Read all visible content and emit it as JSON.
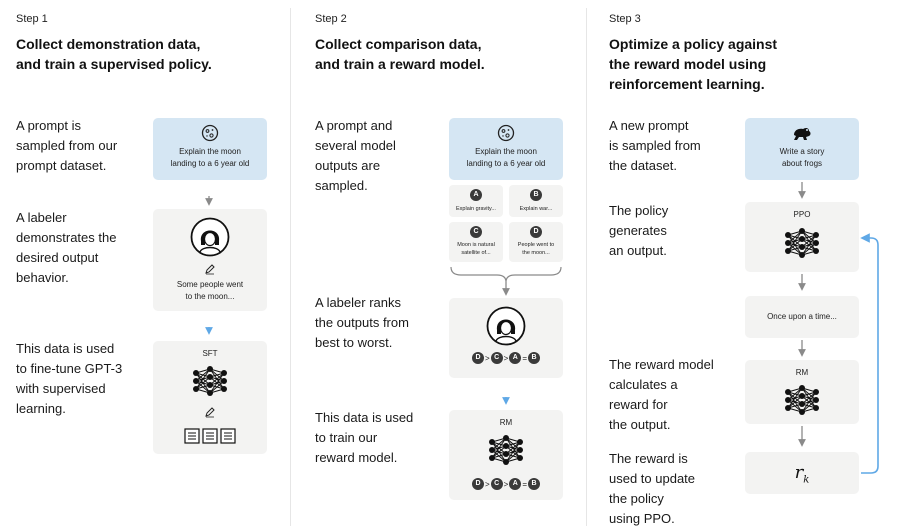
{
  "step1": {
    "step_label": "Step 1",
    "heading_line1": "Collect demonstration data,",
    "heading_line2": "and train a supervised policy.",
    "desc1": [
      "A prompt is",
      "sampled from our",
      "prompt dataset."
    ],
    "prompt": [
      "Explain the moon",
      "landing to a 6 year old"
    ],
    "desc2": [
      "A labeler",
      "demonstrates the",
      "desired output",
      "behavior."
    ],
    "demo": [
      "Some people went",
      "to the moon..."
    ],
    "desc3": [
      "This data is used",
      "to fine-tune GPT-3",
      "with supervised",
      "learning."
    ],
    "model_label": "SFT"
  },
  "step2": {
    "step_label": "Step 2",
    "heading_line1": "Collect comparison data,",
    "heading_line2": "and train a reward model.",
    "desc1": [
      "A prompt and",
      "several model",
      "outputs are",
      "sampled."
    ],
    "prompt": [
      "Explain the moon",
      "landing to a 6 year old"
    ],
    "outputs": [
      {
        "badge": "A",
        "text": [
          "Explain gravity..."
        ]
      },
      {
        "badge": "B",
        "text": [
          "Explain war..."
        ]
      },
      {
        "badge": "C",
        "text": [
          "Moon is natural",
          "satellite of..."
        ]
      },
      {
        "badge": "D",
        "text": [
          "People went to",
          "the moon..."
        ]
      }
    ],
    "desc2": [
      "A labeler ranks",
      "the outputs from",
      "best to worst."
    ],
    "ranking": [
      "D",
      ">",
      "C",
      ">",
      "A",
      "=",
      "B"
    ],
    "desc3": [
      "This data is used",
      "to train our",
      "reward model."
    ],
    "model_label": "RM"
  },
  "step3": {
    "step_label": "Step 3",
    "heading_line1": "Optimize a policy against",
    "heading_line2": "the reward model using",
    "heading_line3": "reinforcement learning.",
    "desc1": [
      "A new prompt",
      "is sampled from",
      "the dataset."
    ],
    "prompt": [
      "Write a story",
      "about frogs"
    ],
    "desc2": [
      "The policy",
      "generates",
      "an output."
    ],
    "policy_label": "PPO",
    "output_text": "Once upon a time...",
    "desc3": [
      "The reward model",
      "calculates a",
      "reward for",
      "the output."
    ],
    "rm_label": "RM",
    "desc4": [
      "The reward is",
      "used to update",
      "the policy",
      "using PPO."
    ],
    "reward_symbol": "r",
    "reward_subscript": "k"
  },
  "colors": {
    "prompt_box": "#d5e6f3",
    "panel_box": "#f3f3f2",
    "accent_arrow": "#5fa8e6",
    "gray_arrow": "#8a8a8a"
  },
  "icons": {
    "moon": "moon-icon",
    "frog": "frog-icon",
    "labeler": "labeler-avatar-icon",
    "pencil": "pencil-icon",
    "network": "neural-network-icon",
    "document": "document-icon"
  }
}
